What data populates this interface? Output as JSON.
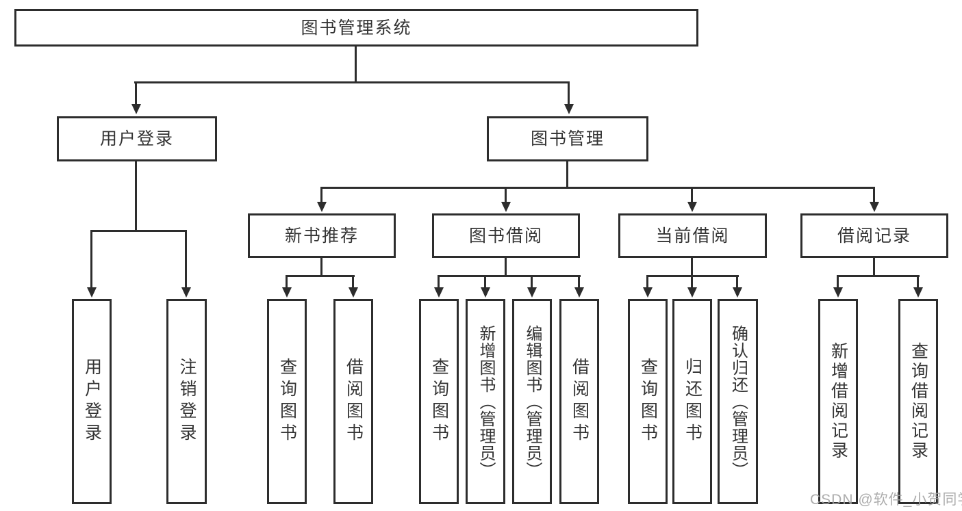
{
  "diagram_title": "图书管理系统",
  "colors": {
    "line": "#2d2d2d",
    "text": "#333333",
    "background": "#ffffff",
    "watermark": "#a3a3a3"
  },
  "tree": {
    "label": "图书管理系统",
    "children": [
      {
        "label": "用户登录",
        "children": [
          {
            "label": "用户登录"
          },
          {
            "label": "注销登录"
          }
        ]
      },
      {
        "label": "图书管理",
        "children": [
          {
            "label": "新书推荐",
            "children": [
              {
                "label": "查询图书"
              },
              {
                "label": "借阅图书"
              }
            ]
          },
          {
            "label": "图书借阅",
            "children": [
              {
                "label": "查询图书"
              },
              {
                "label": "新增图书（管理员）"
              },
              {
                "label": "编辑图书（管理员）"
              },
              {
                "label": "借阅图书"
              }
            ]
          },
          {
            "label": "当前借阅",
            "children": [
              {
                "label": "查询图书"
              },
              {
                "label": "归还图书"
              },
              {
                "label": "确认归还（管理员）"
              }
            ]
          },
          {
            "label": "借阅记录",
            "children": [
              {
                "label": "新增借阅记录"
              },
              {
                "label": "查询借阅记录"
              }
            ]
          }
        ]
      }
    ]
  },
  "watermark": "CSDN @软件_小贺同学"
}
